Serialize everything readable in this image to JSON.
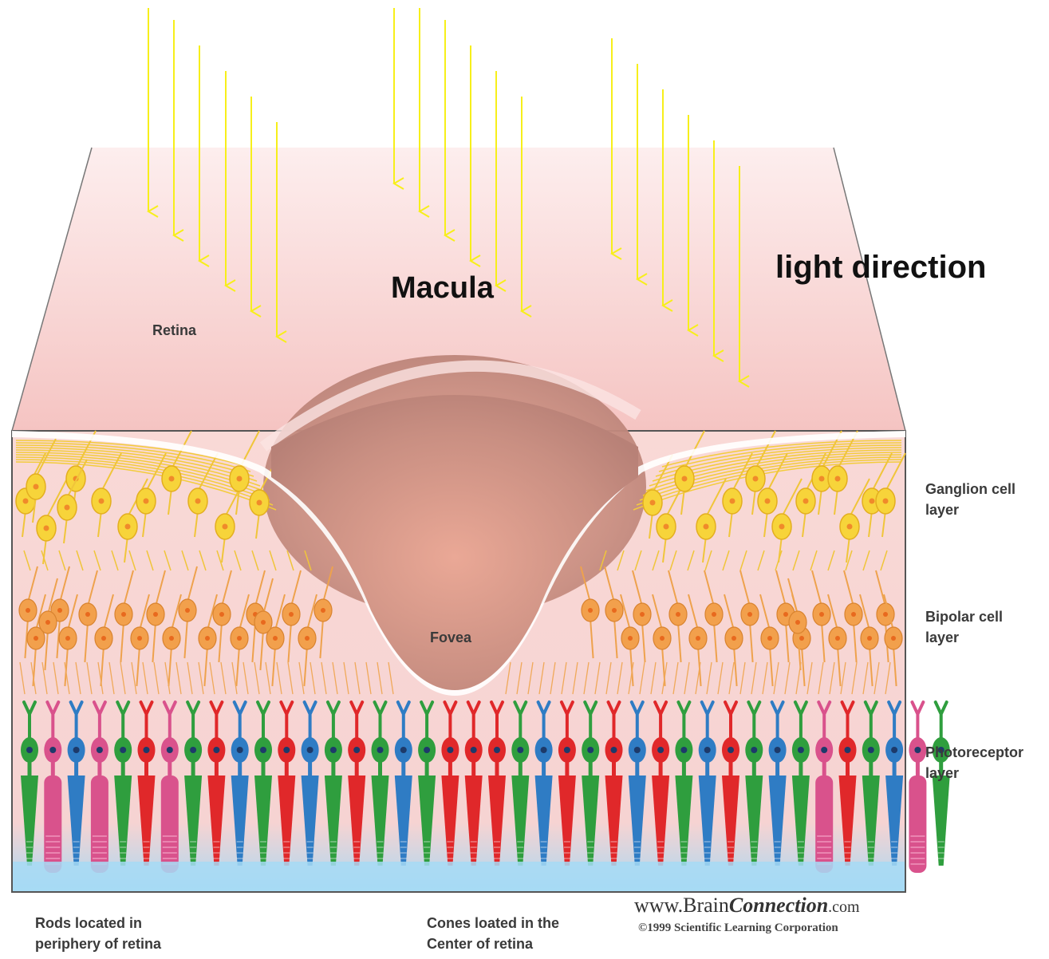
{
  "labels": {
    "retina": "Retina",
    "macula": "Macula",
    "light_direction": "light direction",
    "fovea": "Fovea",
    "ganglion_line1": "Ganglion cell",
    "ganglion_line2": "layer",
    "bipolar_line1": "Bipolar cell",
    "bipolar_line2": "layer",
    "photoreceptor_line1": "Photoreceptor",
    "photoreceptor_line2": "layer",
    "rods_line1": "Rods located in",
    "rods_line2": "periphery  of  retina",
    "cones_line1": "Cones loated in the",
    "cones_line2": "Center of retina",
    "credit_www": "www.",
    "credit_brain": "Brain",
    "credit_connection": "Connection",
    "credit_com": ".com",
    "copyright": "©1999 Scientific Learning Corporation"
  },
  "colors": {
    "arrow": "#f7ef1a",
    "retina_pink": "#f6c9c7",
    "ganglion_yellow": "#f7d43a",
    "bipolar_orange": "#f2a04c",
    "cone_green": "#2f9e3e",
    "cone_red": "#e0282a",
    "cone_blue": "#2f7cc4",
    "rod_pink": "#d9528c",
    "bottom_blue": "#9fd6f2"
  },
  "photoreceptor_sequence": [
    "green",
    "pink",
    "blue",
    "pink",
    "green",
    "red",
    "pink",
    "green",
    "red",
    "blue",
    "green",
    "red",
    "blue",
    "green",
    "red",
    "green",
    "blue",
    "green",
    "red",
    "red",
    "red",
    "green",
    "blue",
    "red",
    "green",
    "red",
    "blue",
    "red",
    "green",
    "blue",
    "red",
    "green",
    "blue",
    "green",
    "pink",
    "red",
    "green",
    "blue",
    "pink",
    "green"
  ]
}
